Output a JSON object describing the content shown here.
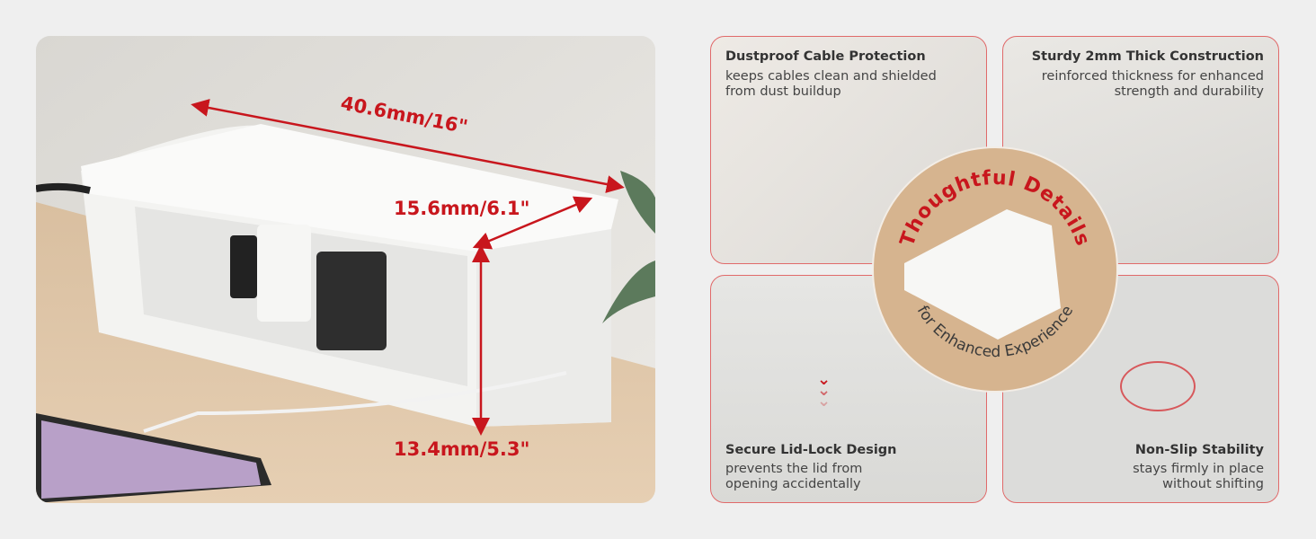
{
  "product_photo": {
    "dimensions": {
      "length": "40.6mm/16\"",
      "width": "15.6mm/6.1\"",
      "height": "13.4mm/5.3\""
    }
  },
  "features": [
    {
      "title": "Dustproof Cable Protection",
      "line1": "keeps cables clean and shielded",
      "line2": "from dust buildup"
    },
    {
      "title": "Sturdy 2mm Thick Construction",
      "line1": "reinforced thickness for enhanced",
      "line2": "strength and durability"
    },
    {
      "title": "Secure Lid-Lock Design",
      "line1": "prevents the lid from",
      "line2": "opening accidentally"
    },
    {
      "title": "Non-Slip Stability",
      "line1": "stays firmly in place",
      "line2": "without shifting"
    }
  ],
  "badge": {
    "top_text": "Thoughtful Details",
    "bottom_text": "for Enhanced Experience"
  },
  "colors": {
    "accent": "#c8161d",
    "text": "#333333"
  }
}
